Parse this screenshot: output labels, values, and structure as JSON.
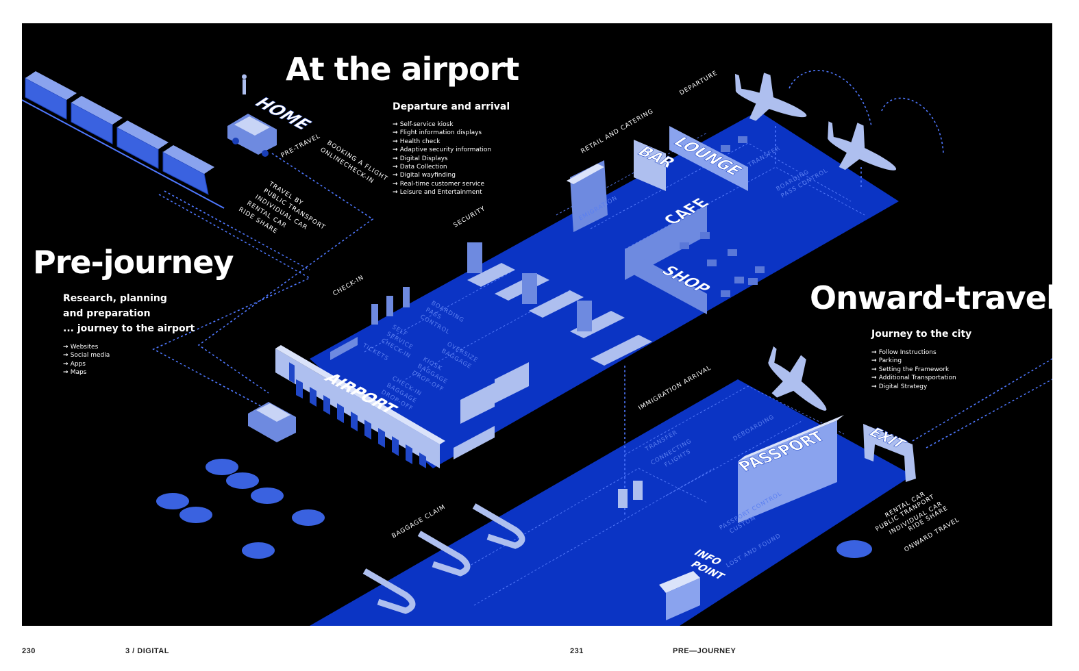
{
  "sections": {
    "airport": {
      "title": "At the airport",
      "subtitle": "Departure and arrival",
      "items": [
        "Self-service kiosk",
        "Flight information displays",
        "Health check",
        "Adaptive security information",
        "Digital Displays",
        "Data Collection",
        "Digital wayfinding",
        "Real-time customer service",
        "Leisure and Entertainment"
      ]
    },
    "prejourney": {
      "title": "Pre-journey",
      "subtitle_lines": [
        "Research, planning",
        "and preparation",
        "... journey to the airport"
      ],
      "items": [
        "Websites",
        "Social media",
        "Apps",
        "Maps"
      ]
    },
    "onward": {
      "title": "Onward-travel",
      "subtitle": "Journey to the city",
      "items": [
        "Follow Instructions",
        "Parking",
        "Setting the Framework",
        "Additional Transportation",
        "Digital Strategy"
      ]
    }
  },
  "signs": {
    "home": "HOME",
    "airport": "AIRPORT",
    "bar": "BAR",
    "lounge": "LOUNGE",
    "cafe": "CAFE",
    "shop": "SHOP",
    "passport": "PASSPORT",
    "exit": "EXIT",
    "info": "INFO",
    "point": "POINT"
  },
  "path_labels": {
    "pre_travel": "PRE-TRAVEL",
    "booking": "BOOKING A FLIGHT",
    "online_checkin": "ONLINECHECK-IN",
    "travel_by": [
      "TRAVEL BY",
      "PUBLIC TRANSPORT",
      "INDIVIDUAL CAR",
      "RENTAL CAR",
      "RIDE SHARE"
    ],
    "check_in": "CHECK-IN",
    "security": "SECURITY",
    "retail": "RETAIL AND CATERING",
    "departure": "DEPARTURE",
    "immigration": "IMMIGRATION ARRIVAL",
    "baggage_claim": "BAGGAGE CLAIM",
    "onward_modes": [
      "RENTAL CAR",
      "PUBLIC TRANPORT",
      "INDIVIDUAL CAR",
      "RIDE SHARE"
    ],
    "onward_travel": "ONWARD TRAVEL"
  },
  "floor_labels": {
    "self_service": [
      "SELF",
      "SERVICE",
      "CHECK-IN"
    ],
    "tickets": "TICKETS",
    "boarding_pass": [
      "BOARDING",
      "PASS",
      "CONTROL"
    ],
    "oversize": [
      "OVERSIZE",
      "BAGGAGE"
    ],
    "kiosk": [
      "KIOSK",
      "BAGGAGE",
      "DROP-OFF"
    ],
    "check_in_drop": [
      "CHECK-IN",
      "BAGGAGE",
      "DROP-OFF"
    ],
    "emigration": "EMIGRATION",
    "transfer_top": "TRANSFER",
    "boarding_control": [
      "BOARDING",
      "PASS CONTROL"
    ],
    "transfer_bottom": "TRANSFER",
    "connecting": [
      "CONNECTING",
      "FLIGHTS"
    ],
    "deboarding": "DEBOARDING",
    "passport_control": [
      "PASSPORT CONTROL",
      "CUSTOM"
    ],
    "lost_found": "LOST AND FOUND"
  },
  "footer": {
    "left_page": "230",
    "left_section": "3 / DIGITAL",
    "right_page": "231",
    "right_section": "PRE—JOURNEY"
  },
  "colors": {
    "background": "#000000",
    "floor": "#0b34c4",
    "object_light": "#aebfef",
    "object_mid": "#6e8ae0",
    "object_dark": "#2f55d9",
    "path": "#4f78ff"
  }
}
